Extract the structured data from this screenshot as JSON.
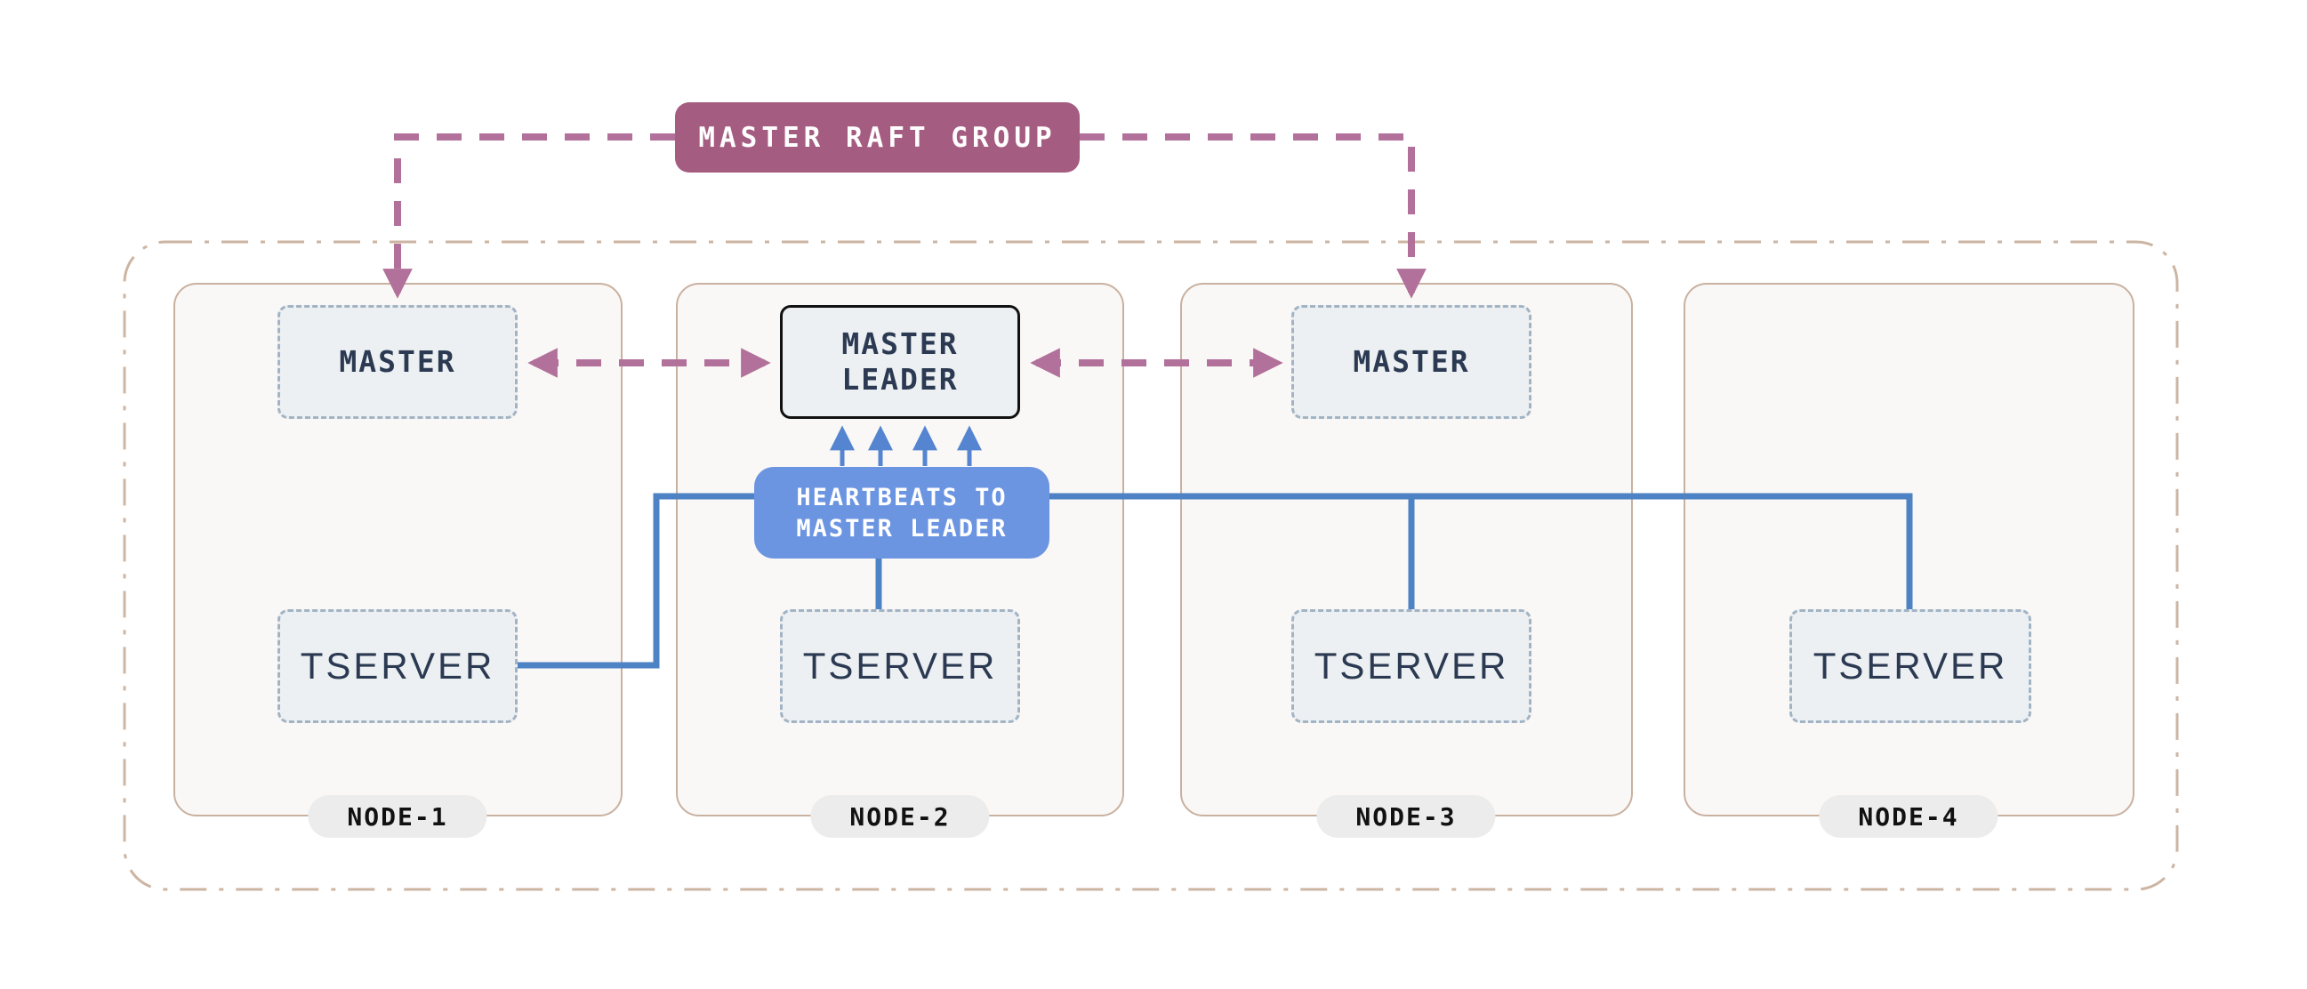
{
  "diagram": {
    "raft_group": {
      "label": "MASTER RAFT GROUP"
    },
    "heartbeats": {
      "label_lines": [
        "HEARTBEATS TO",
        "MASTER LEADER"
      ]
    },
    "cluster": {
      "nodes": [
        {
          "label": "NODE-1",
          "master": {
            "label": "MASTER"
          },
          "tserver": {
            "label": "TSERVER"
          }
        },
        {
          "label": "NODE-2",
          "master": {
            "label_lines": [
              "MASTER",
              "LEADER"
            ],
            "role": "leader"
          },
          "tserver": {
            "label": "TSERVER"
          }
        },
        {
          "label": "NODE-3",
          "master": {
            "label": "MASTER"
          },
          "tserver": {
            "label": "TSERVER"
          }
        },
        {
          "label": "NODE-4",
          "tserver": {
            "label": "TSERVER"
          }
        }
      ]
    }
  },
  "colors": {
    "raft-fill": "#a55c81",
    "raft-line": "#b1719a",
    "blue-fill": "#6b94e1",
    "blue-line": "#4d82c4",
    "blue-arrow": "#5585d0",
    "node-fill": "#faf8f6",
    "node-border": "#c9b1a0",
    "outer-border": "#ccb5a3",
    "box-fill": "#edf0f2",
    "box-border": "#a2b4c4",
    "leader-border": "#111111",
    "dark-text": "#2b3a52",
    "pill-fill": "#ececec"
  }
}
